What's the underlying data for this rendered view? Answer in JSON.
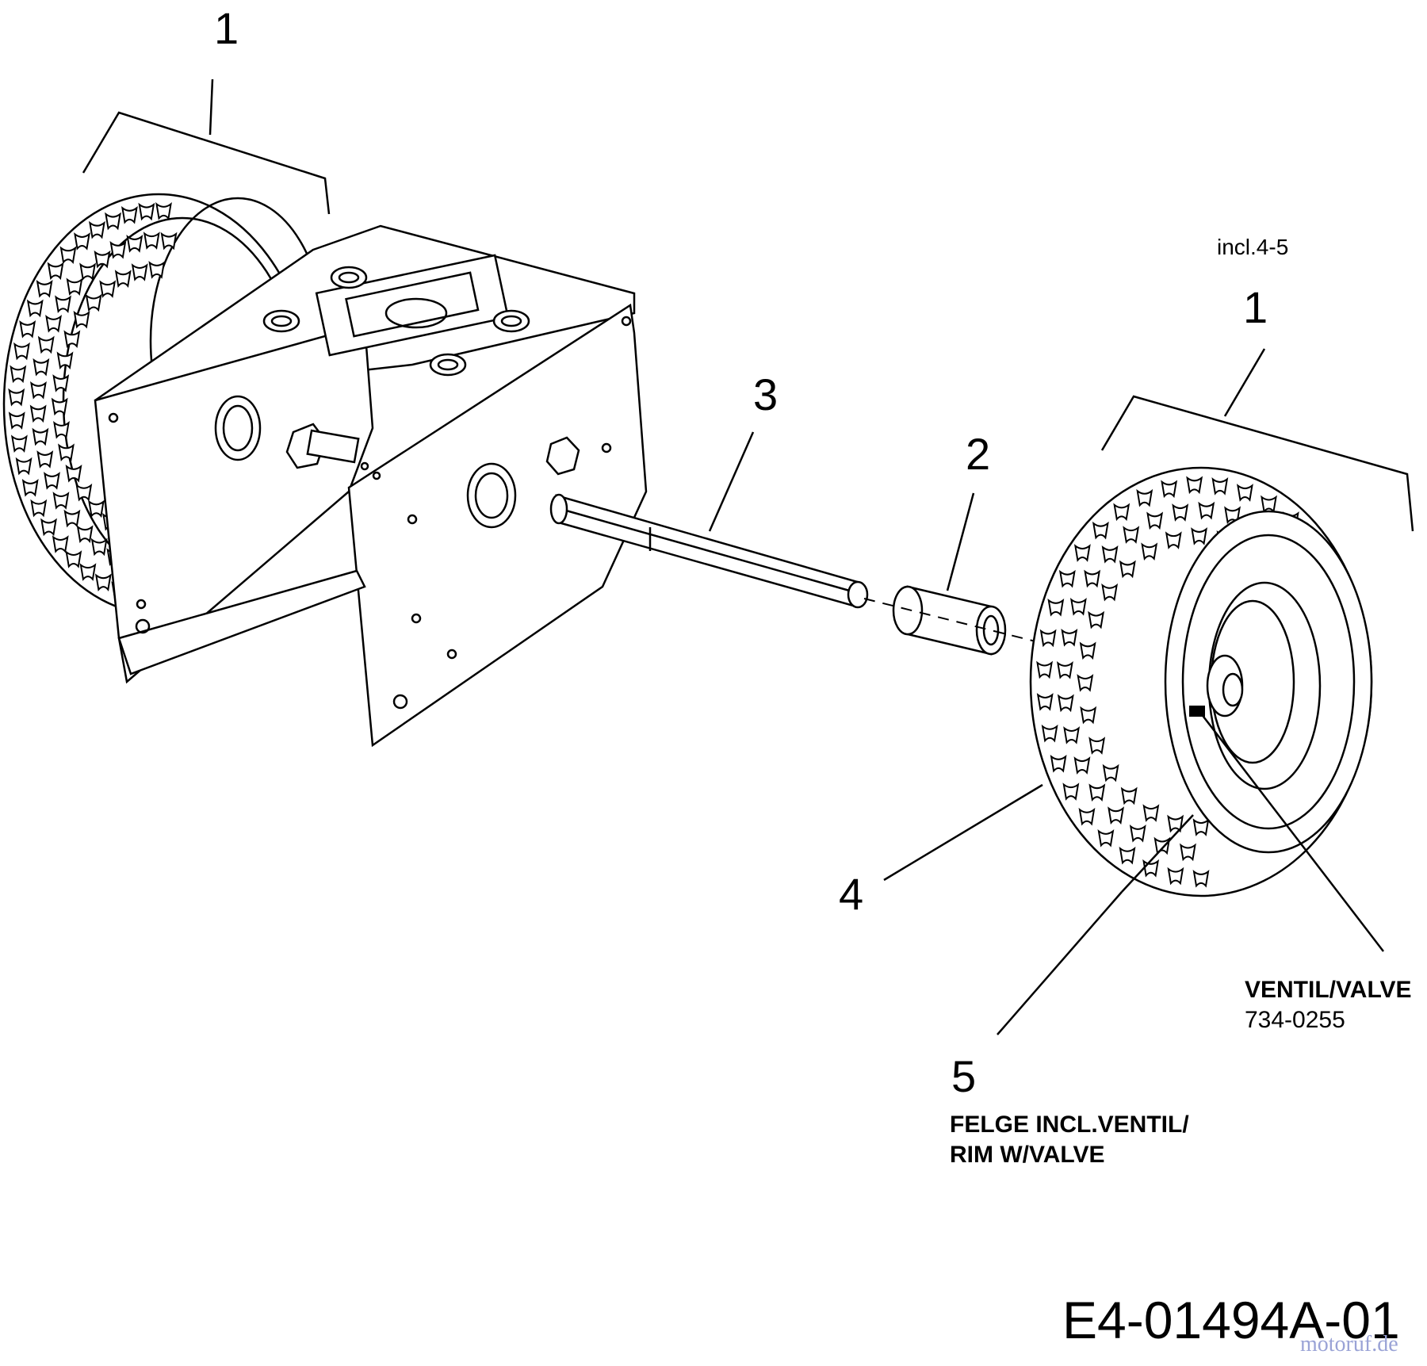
{
  "callouts": {
    "left_wheel": "1",
    "right_wheel": "1",
    "spacer": "2",
    "axle": "3",
    "tire": "4",
    "rim": "5"
  },
  "notes": {
    "right_wheel_includes": "incl.4-5",
    "valve_line1": "VENTIL/VALVE",
    "valve_line2": "734-0255",
    "rim_line1": "FELGE INCL.VENTIL/",
    "rim_line2": "RIM W/VALVE"
  },
  "drawing_code": "E4-01494A-01",
  "watermark": "motoruf.de"
}
